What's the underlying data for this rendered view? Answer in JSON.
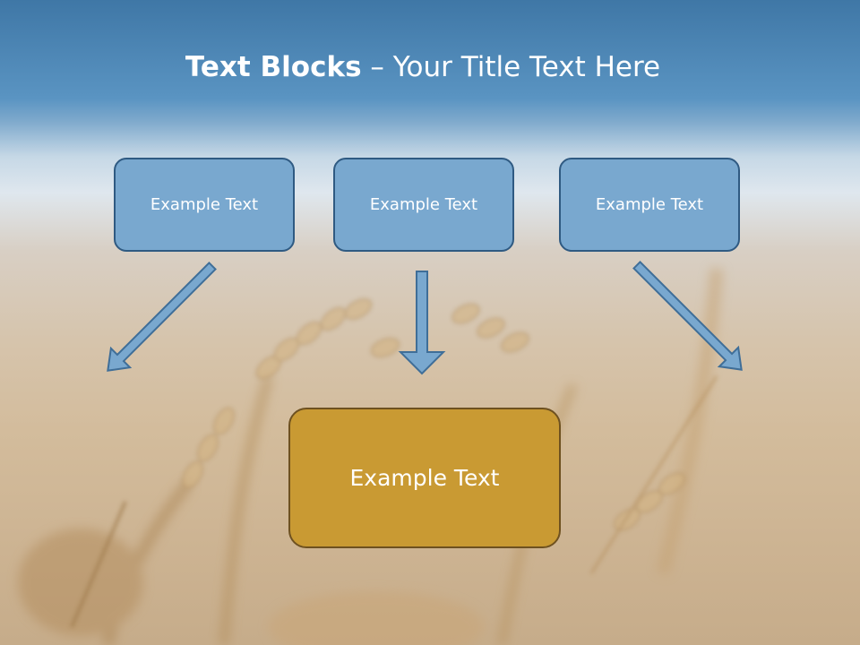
{
  "title": {
    "bold": "Text Blocks",
    "dash": " – ",
    "rest": "Your Title Text Here"
  },
  "top_boxes": [
    {
      "label": "Example Text"
    },
    {
      "label": "Example Text"
    },
    {
      "label": "Example Text"
    }
  ],
  "bottom_box": {
    "label": "Example Text"
  },
  "colors": {
    "box_fill": "#79a8cf",
    "box_border": "#2f5a82",
    "target_fill": "#c99a33",
    "target_border": "#6e5120",
    "arrow_fill": "#79a8cf",
    "arrow_stroke": "#3f6e98"
  }
}
